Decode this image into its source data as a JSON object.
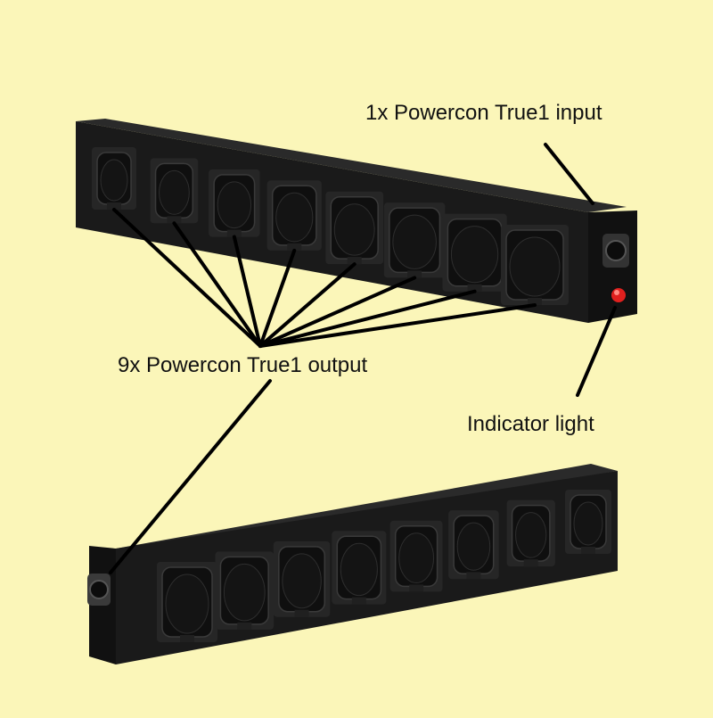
{
  "colors": {
    "background": "#fbf6b9",
    "chassis": "#1c1c1c",
    "socket": "#0f0f0f",
    "indicator": "#e0201e",
    "leader_line": "#000000"
  },
  "labels": {
    "input": "1x Powercon True1 input",
    "output": "9x Powercon True1 output",
    "indicator": "Indicator light"
  },
  "upper_unit": {
    "socket_count": 8,
    "input_connector_icon": "powercon-input-icon",
    "indicator_icon": "red-indicator-light-icon"
  },
  "lower_unit": {
    "socket_count": 8,
    "side_connector_icon": "powercon-connector-icon"
  }
}
